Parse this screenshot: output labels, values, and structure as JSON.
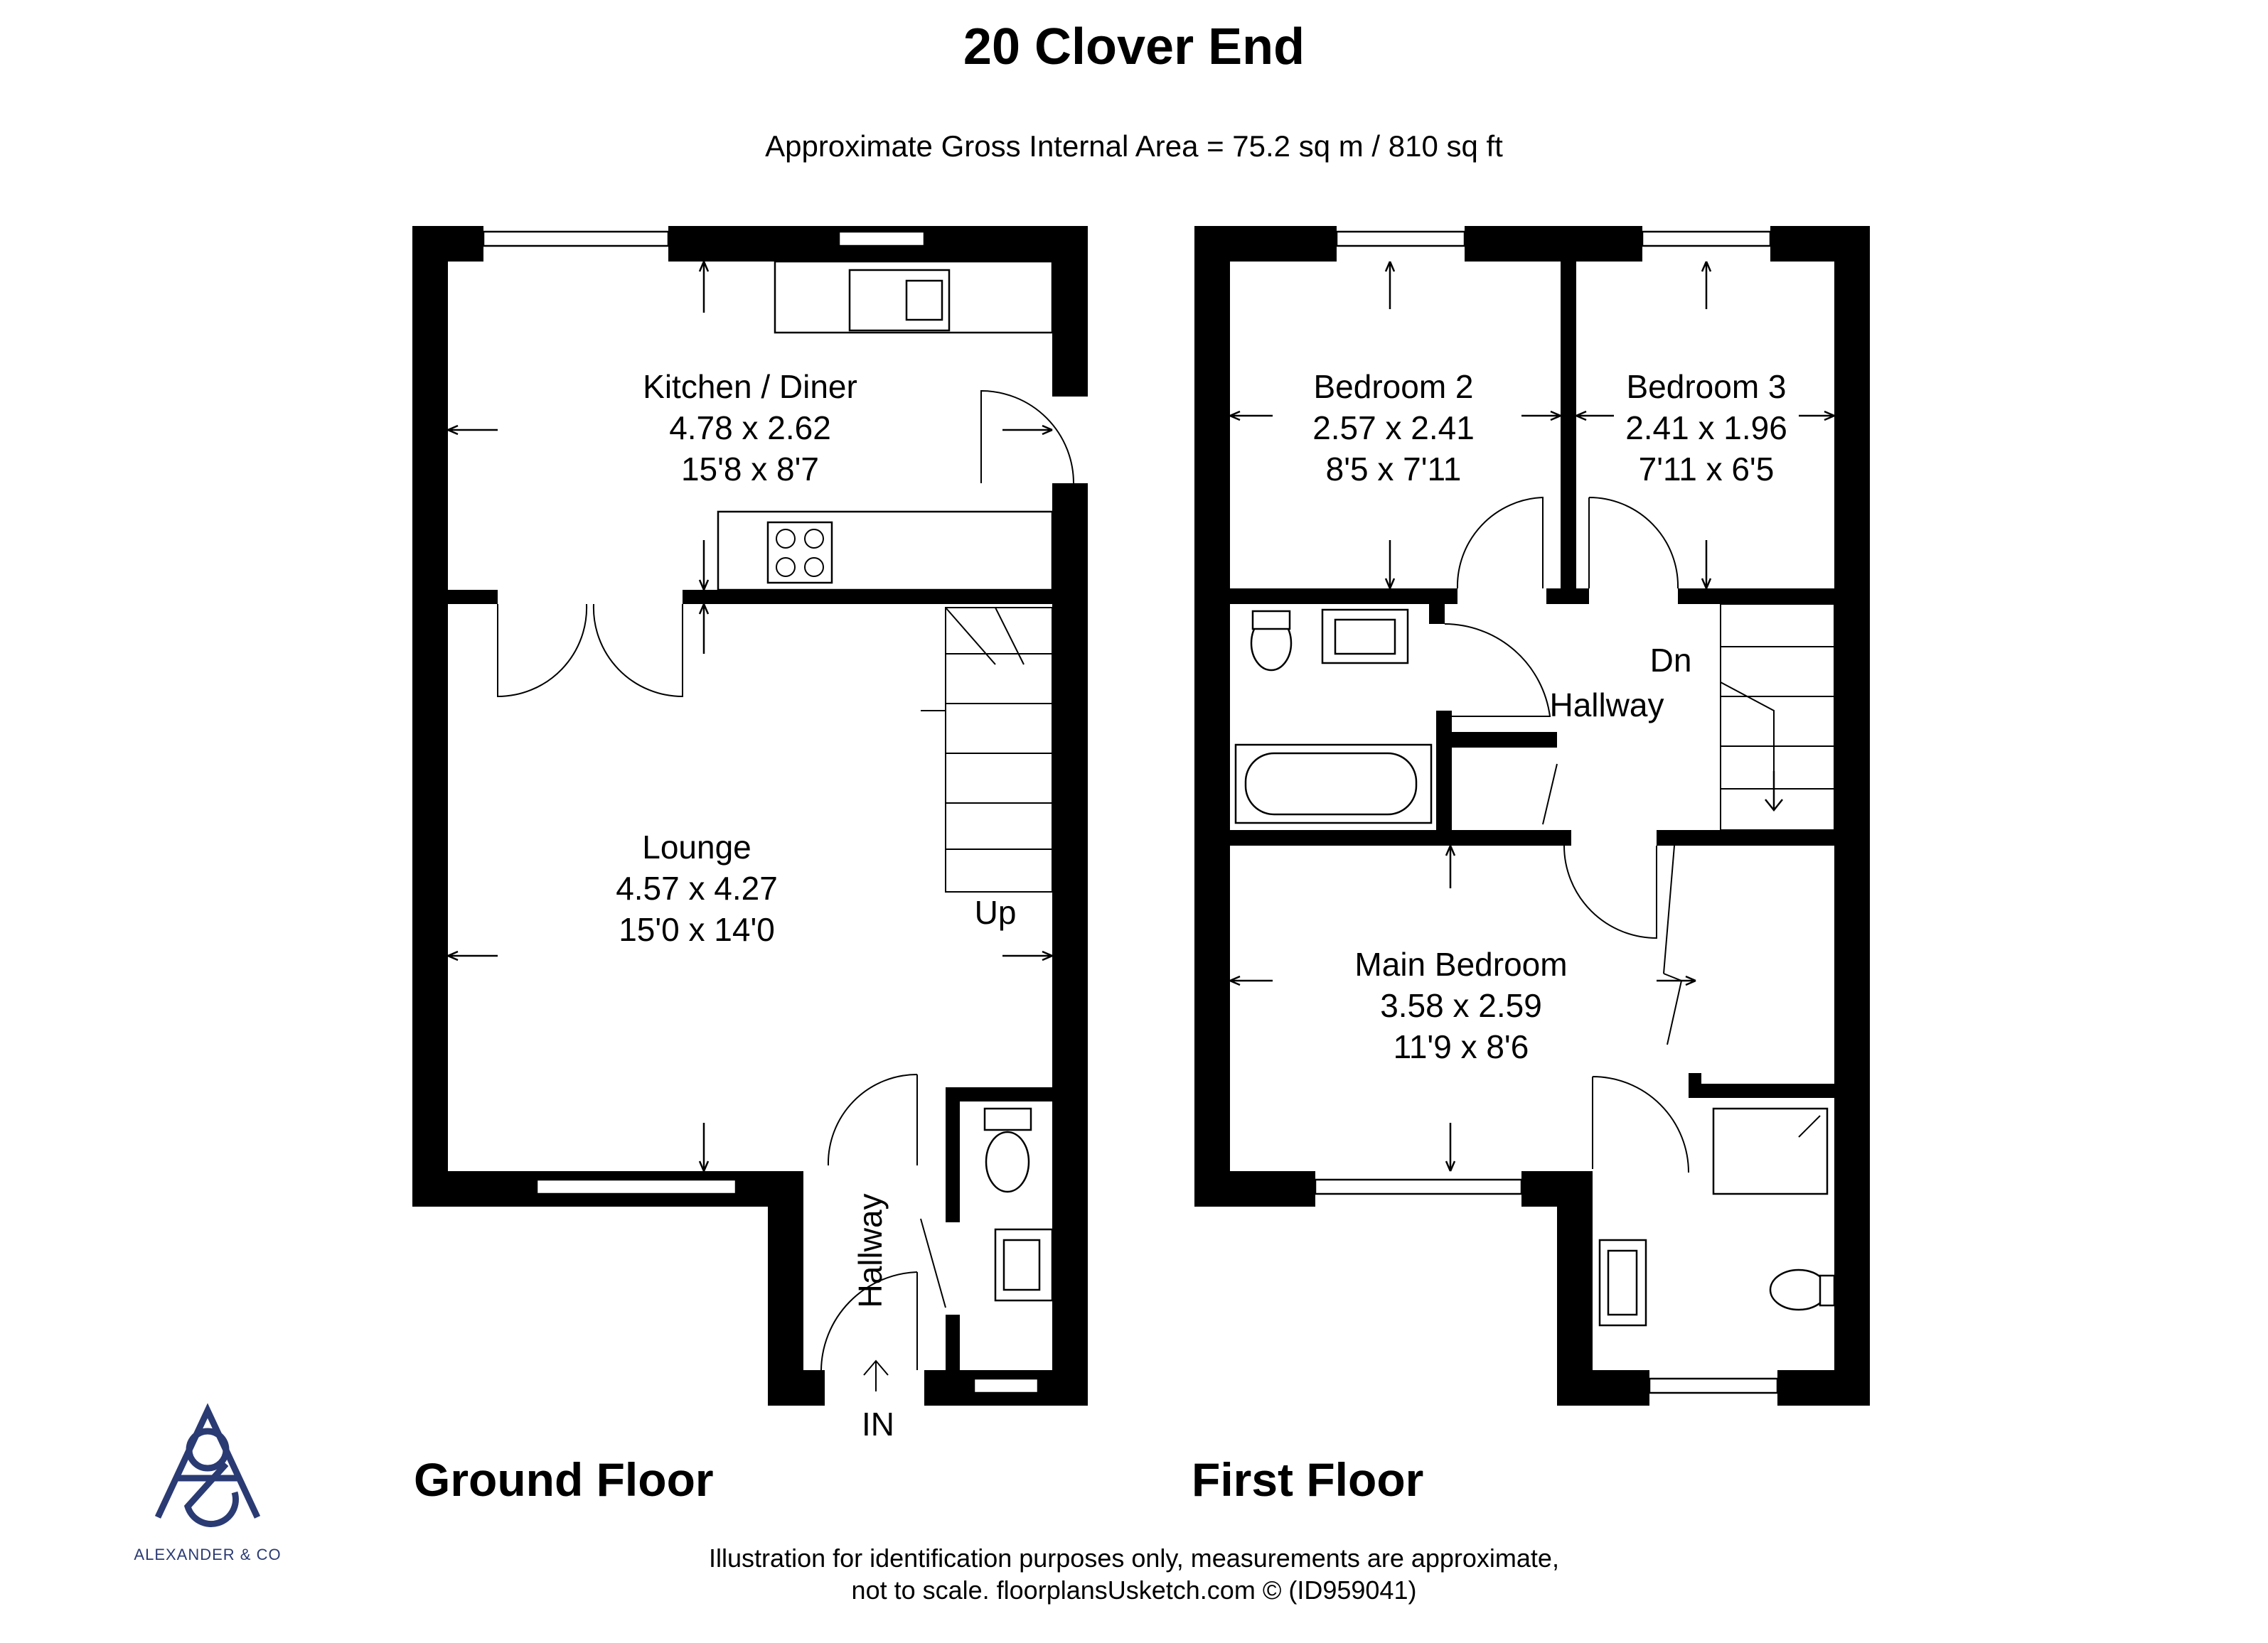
{
  "header": {
    "title": "20 Clover End",
    "area": "Approximate Gross Internal Area = 75.2 sq m / 810 sq ft"
  },
  "ground_floor": {
    "label": "Ground Floor",
    "rooms": [
      {
        "name": "Kitchen / Diner",
        "metric": "4.78 x 2.62",
        "imperial": "15'8 x 8'7"
      },
      {
        "name": "Lounge",
        "metric": "4.57 x 4.27",
        "imperial": "15'0 x 14'0"
      }
    ],
    "hallway": "Hallway",
    "stairs": "Up",
    "entrance": "IN"
  },
  "first_floor": {
    "label": "First Floor",
    "rooms": [
      {
        "name": "Bedroom 2",
        "metric": "2.57 x 2.41",
        "imperial": "8'5 x 7'11"
      },
      {
        "name": "Bedroom 3",
        "metric": "2.41 x 1.96",
        "imperial": "7'11 x 6'5"
      },
      {
        "name": "Main Bedroom",
        "metric": "3.58 x 2.59",
        "imperial": "11'9 x 8'6"
      }
    ],
    "hallway": "Hallway",
    "stairs": "Dn"
  },
  "logo": {
    "text": "ALEXANDER & CO",
    "color": "#2a3a73"
  },
  "footer": {
    "line1": "Illustration for identification purposes only, measurements are approximate,",
    "line2": "not to scale. floorplansUsketch.com © (ID959041)"
  }
}
